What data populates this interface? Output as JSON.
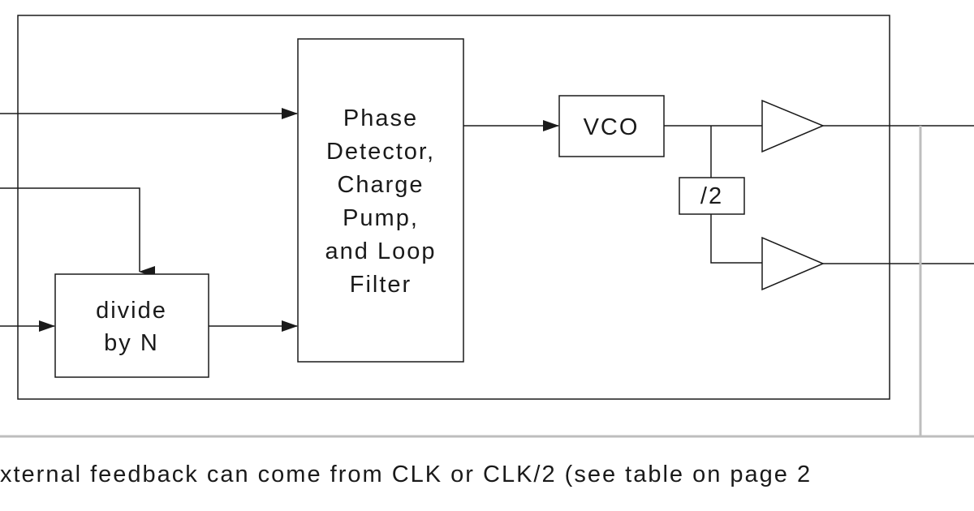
{
  "blocks": {
    "phase_detector": {
      "lines": [
        "Phase",
        "Detector,",
        "Charge",
        "Pump,",
        "and Loop",
        "Filter"
      ]
    },
    "vco": {
      "label": "VCO"
    },
    "divide_by_2": {
      "label": "/2"
    },
    "divide_by_n": {
      "lines": [
        "divide",
        "by N"
      ]
    }
  },
  "caption": "xternal feedback can come from CLK or CLK/2 (see table on page 2",
  "colors": {
    "line": "#1a1a1a",
    "feedback_line": "#bdbdbd"
  }
}
